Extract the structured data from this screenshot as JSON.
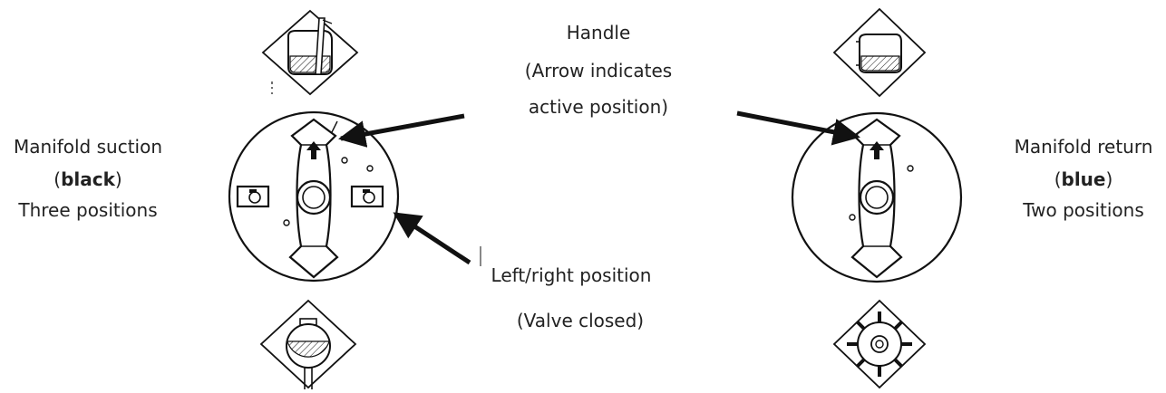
{
  "left_dial": {
    "title": "Manifold suction",
    "paren_open": "(",
    "color_word": "black",
    "paren_close": ")",
    "positions": "Three positions"
  },
  "right_dial": {
    "title": "Manifold return",
    "paren_open": "(",
    "color_word": "blue",
    "paren_close": ")",
    "positions": "Two positions"
  },
  "handle_note": {
    "line1": "Handle",
    "line2": "(Arrow indicates",
    "line3": "active position)"
  },
  "side_note": {
    "line1": "Left/right position",
    "line2": "(Valve closed)"
  },
  "icons": {
    "left_top": "tank-with-dipstick-icon",
    "left_bottom": "spherical-tank-icon",
    "right_top": "tank-icon",
    "right_bottom": "pump-impeller-icon"
  },
  "colors": {
    "line": "#111111",
    "text": "#222222"
  }
}
